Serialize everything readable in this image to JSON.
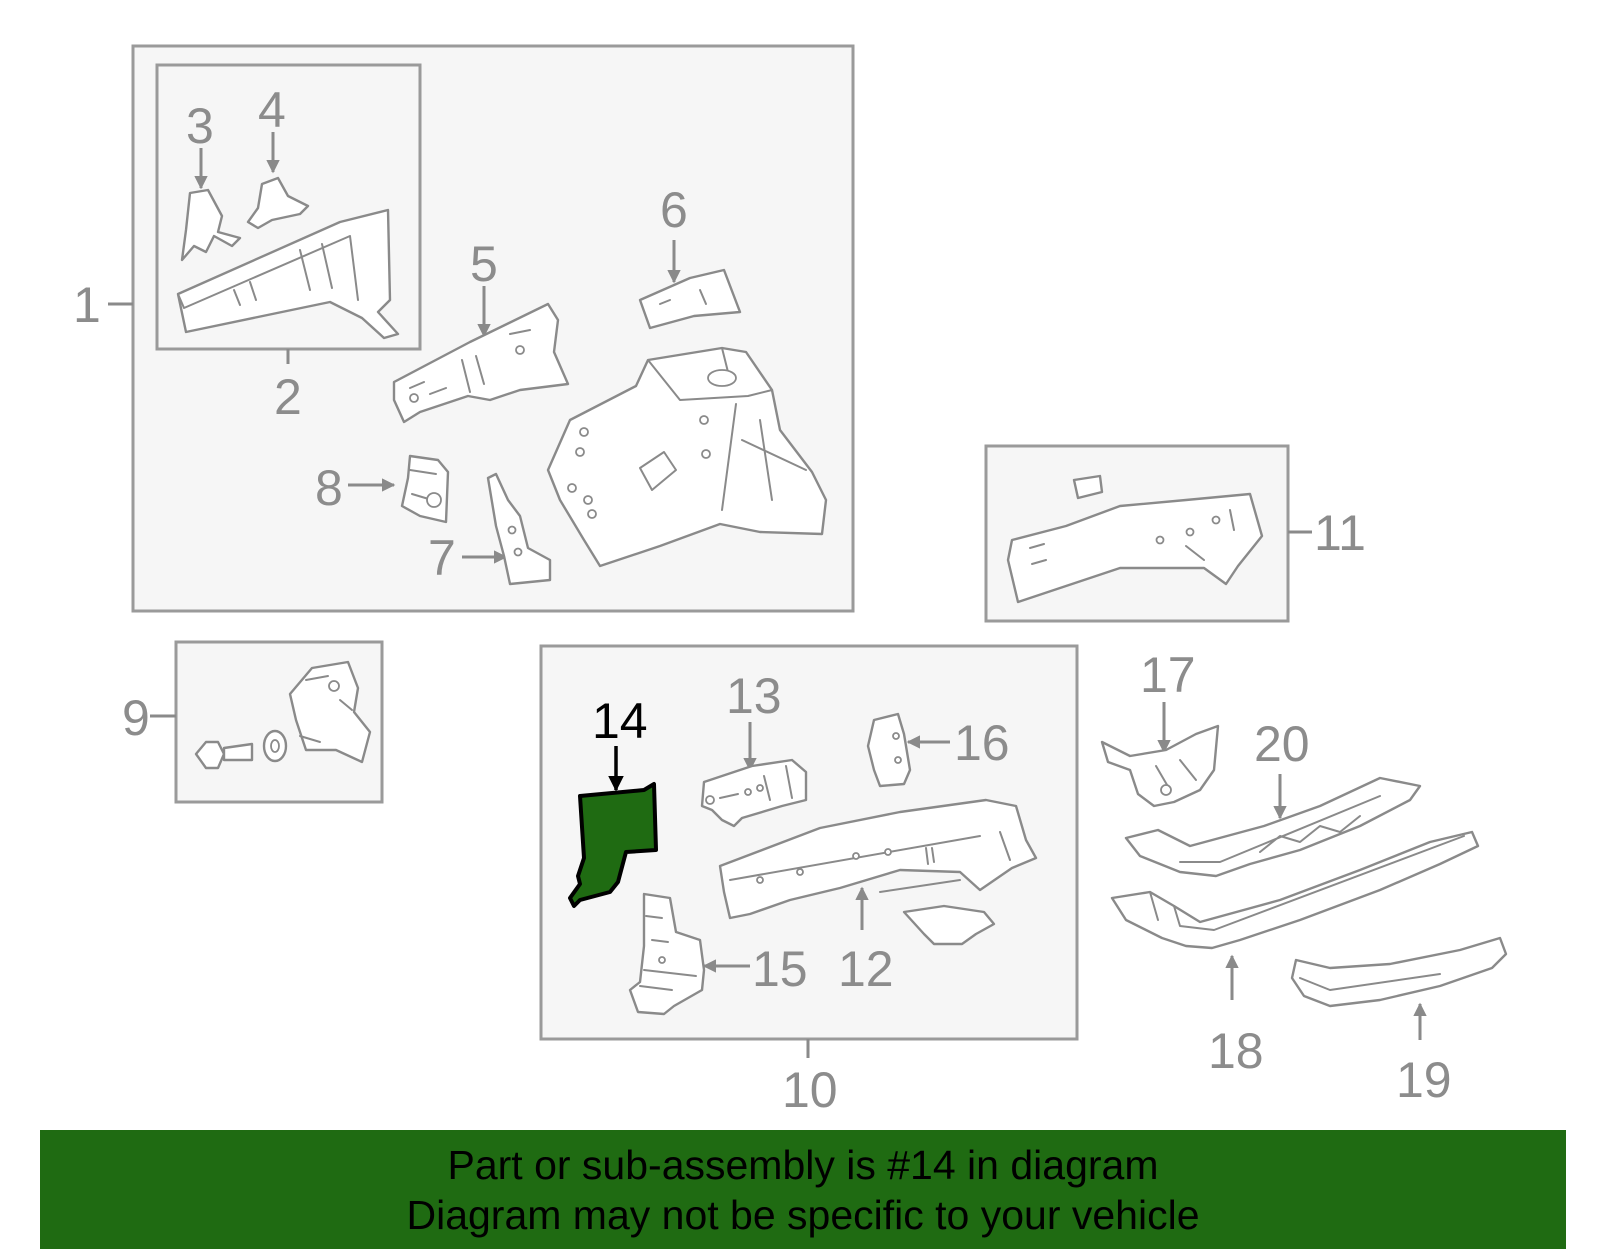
{
  "callouts": {
    "c1": "1",
    "c2": "2",
    "c3": "3",
    "c4": "4",
    "c5": "5",
    "c6": "6",
    "c7": "7",
    "c8": "8",
    "c9": "9",
    "c10": "10",
    "c11": "11",
    "c12": "12",
    "c13": "13",
    "c14": "14",
    "c15": "15",
    "c16": "16",
    "c17": "17",
    "c18": "18",
    "c19": "19",
    "c20": "20"
  },
  "highlight": {
    "part_number": "14",
    "color": "#1f6b12"
  },
  "banner": {
    "line1": "Part or sub-assembly is #14 in diagram",
    "line2": "Diagram may not be specific to your vehicle",
    "background": "#1f6b12"
  }
}
